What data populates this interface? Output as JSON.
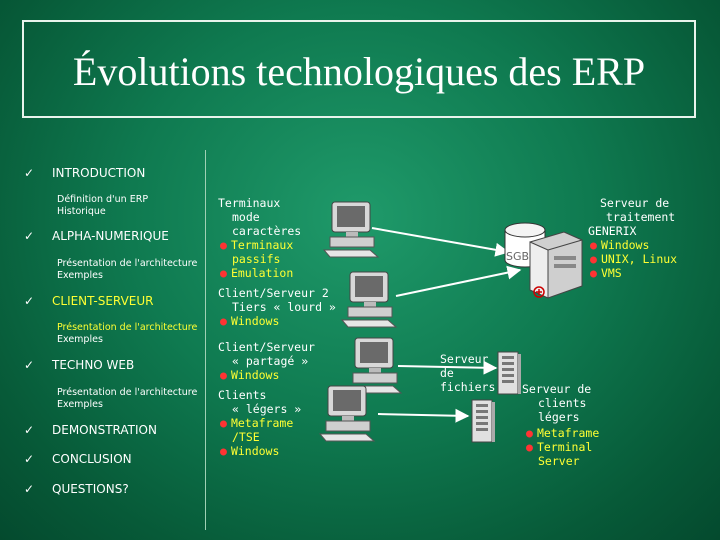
{
  "title": "Évolutions technologiques des ERP",
  "nav": {
    "check": "✓",
    "items": [
      {
        "label": "INTRODUCTION",
        "subs": [
          "Définition d'un ERP",
          "Historique"
        ]
      },
      {
        "label": "ALPHA-NUMERIQUE",
        "subs": [
          "Présentation de l'architecture",
          "Exemples"
        ]
      },
      {
        "label": "CLIENT-SERVEUR",
        "subs": [
          "Présentation de l'architecture",
          "Exemples"
        ]
      },
      {
        "label": "TECHNO WEB",
        "subs": [
          "Présentation de l'architecture",
          "Exemples"
        ]
      },
      {
        "label": "DEMONSTRATION"
      },
      {
        "label": "CONCLUSION"
      },
      {
        "label": "QUESTIONS?"
      }
    ]
  },
  "diagram": {
    "bullet": "l",
    "terminaux": {
      "lines": [
        "Terminaux",
        "mode",
        "caractères"
      ],
      "bullets": [
        "Terminaux",
        "Emulation"
      ],
      "bullet1_cont": "passifs"
    },
    "cs2": {
      "lines": [
        "Client/Serveur 2",
        "Tiers « lourd »"
      ],
      "bullets": [
        "Windows"
      ]
    },
    "csp": {
      "lines": [
        "Client/Serveur",
        "« partagé »"
      ],
      "bullets": [
        "Windows"
      ]
    },
    "legers": {
      "lines": [
        "Clients",
        "« légers »"
      ],
      "bullets": [
        "Metaframe",
        "Windows"
      ],
      "bullet1_cont": "/TSE"
    },
    "sgbd": "SGBD",
    "serveur_traitement": {
      "lines": [
        "Serveur de",
        "traitement",
        "GENERIX"
      ],
      "bullets": [
        "Windows",
        "UNIX, Linux",
        "VMS"
      ]
    },
    "serveur_fichiers": {
      "lines": [
        "Serveur",
        "de",
        "fichiers"
      ]
    },
    "serveur_clients": {
      "lines": [
        "Serveur de",
        "clients",
        "légers"
      ],
      "bullets": [
        "Metaframe",
        "Terminal"
      ],
      "bullet2_cont": "Server"
    }
  }
}
